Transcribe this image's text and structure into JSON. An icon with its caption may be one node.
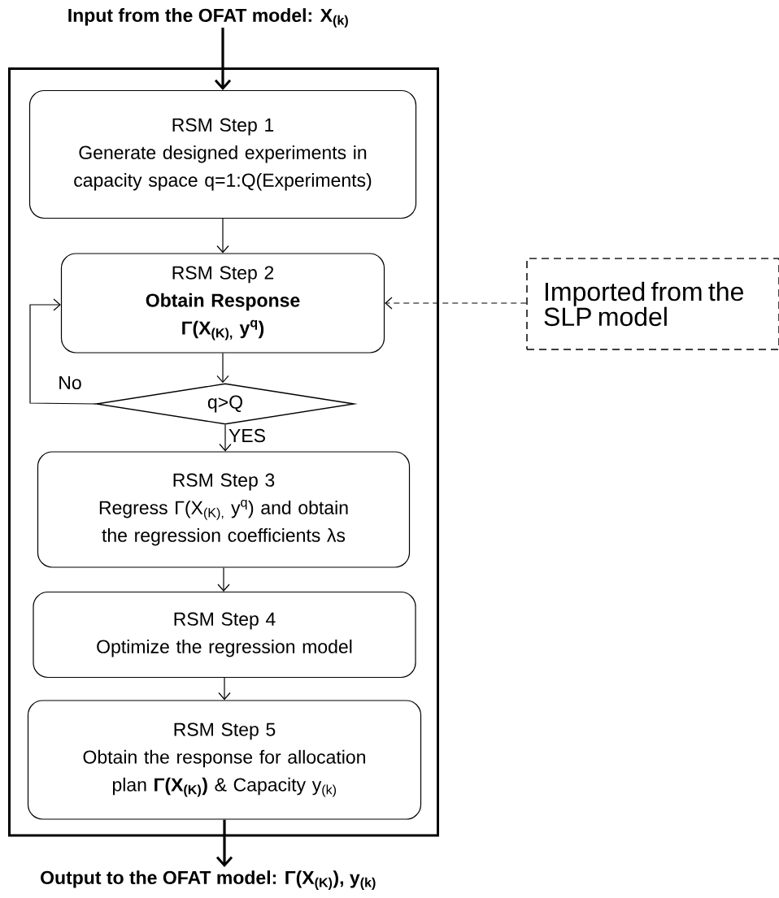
{
  "diagram": {
    "nodes": [
      {
        "text": [
          "Input from the OFAT model: X$_{(k)}$"
        ]
      },
      {
        "text": [],
        "shape": "box"
      },
      {
        "text": [
          "RSM Step 1",
          "Generate designed experiments in capacity space q=1:Q(Experiments)"
        ],
        "in": 1
      },
      {
        "text": [
          "RSM Step 2",
          "Obtain Response",
          "Γ(X$_{(K),}$ y$^{q}$)"
        ],
        "in": 1
      },
      {
        "text": [
          "q>Q"
        ],
        "in": 1
      },
      {
        "text": [
          "RSM Step 3",
          "Regress Γ(X$_{(K),}$ y$^{q}$) and obtain the regression coefficients λs"
        ],
        "in": 1
      },
      {
        "text": [
          "RSM Step 4",
          "Optimize the regression model"
        ],
        "in": 1
      },
      {
        "text": [
          "RSM Step 5",
          "Obtain the response for allocation plan **Γ(X$_{(K)}$)** & Capacity y$_{(k)}$"
        ],
        "in": 1
      },
      {
        "text": [
          "Output to the OFAT model: Γ(X$_{(K)}$), y$_{(k)}$"
        ]
      },
      {
        "text": [
          "Imported from the SLP model"
        ]
      }
    ],
    "edges": [
      {
        "from": 0,
        "to": 2,
        "arrow": "to",
        "style": "thick"
      },
      {
        "from": 2,
        "to": 3,
        "arrow": "to"
      },
      {
        "from": 3,
        "to": 4,
        "arrow": "to"
      },
      {
        "from": 4,
        "to": 3,
        "arrow": "to",
        "label": "No"
      },
      {
        "from": 4,
        "to": 5,
        "arrow": "to",
        "label": "YES"
      },
      {
        "from": 5,
        "to": 6,
        "arrow": "to"
      },
      {
        "from": 6,
        "to": 7,
        "arrow": "to"
      },
      {
        "from": 7,
        "to": 8,
        "arrow": "to",
        "style": "thick"
      },
      {
        "from": 9,
        "to": 3,
        "arrow": "to",
        "style": "dashed"
      }
    ]
  }
}
